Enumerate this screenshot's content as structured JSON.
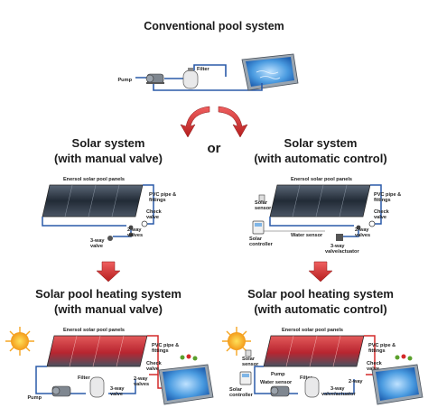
{
  "titles": {
    "conventional": "Conventional pool system",
    "or": "or",
    "manual_line1": "Solar system",
    "manual_line2": "(with manual valve)",
    "auto_line1": "Solar system",
    "auto_line2": "(with automatic control)",
    "heating_manual_line1": "Solar pool heating system",
    "heating_manual_line2": "(with manual valve)",
    "heating_auto_line1": "Solar pool heating system",
    "heating_auto_line2": "(with automatic control)"
  },
  "labels": {
    "pump": "Pump",
    "filter": "Filter",
    "panels": "Enersol solar pool panels",
    "pvc1": "PVC pipe &",
    "pvc2": "fittings",
    "check1": "Check",
    "check2": "valve",
    "twoway1": "2-way",
    "twoway2": "valves",
    "twoway_single": "2-way",
    "threeway1": "3-way",
    "threeway2": "valve",
    "threeway_actuator": "valve/actuator",
    "solar1": "Solar",
    "solar2": "sensor",
    "controller1": "Solar",
    "controller2": "controller",
    "water_sensor": "Water sensor"
  },
  "colors": {
    "pipe": "#2a5aa8",
    "hot_pipe": "#d42a2a",
    "arrow": "#d42a2a",
    "panel": "#2f3a4a",
    "hot_panel": "#c8323a",
    "pool_water": "#3a86d6",
    "sun": "#f5a623"
  }
}
